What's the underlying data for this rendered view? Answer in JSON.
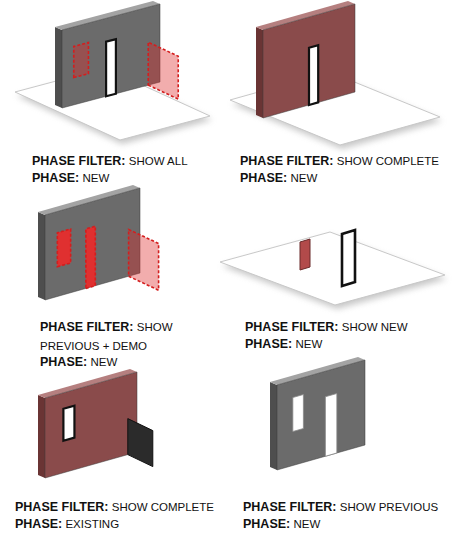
{
  "diagram": {
    "labels": [
      "PHASE FILTER: SHOW ALL",
      "PHASE: NEW",
      "PHASE FILTER: SHOW COMPLETE",
      "PHASE: NEW",
      "PHASE FILTER: SHOW PREVIOUS + DEMO",
      "PHASE: NEW",
      "PHASE FILTER: SHOW NEW",
      "PHASE: NEW",
      "PHASE FILTER: SHOW COMPLETE",
      "PHASE: EXISTING",
      "PHASE FILTER: SHOW PREVIOUS",
      "PHASE: NEW"
    ]
  }
}
